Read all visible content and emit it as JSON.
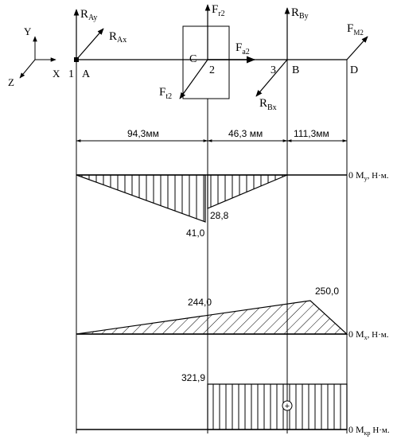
{
  "axes": {
    "y": "Y",
    "x": "X",
    "z": "Z"
  },
  "forces": {
    "ray": {
      "main": "R",
      "sub": "Ay"
    },
    "rax": {
      "main": "R",
      "sub": "Ax"
    },
    "fr2": {
      "main": "F",
      "sub": "r2"
    },
    "fa2": {
      "main": "F",
      "sub": "a2"
    },
    "ft2": {
      "main": "F",
      "sub": "t2"
    },
    "rby": {
      "main": "R",
      "sub": "By"
    },
    "rbx": {
      "main": "R",
      "sub": "Bx"
    },
    "fm2": {
      "main": "F",
      "sub": "M2"
    }
  },
  "points": {
    "n1": "1",
    "a": "A",
    "c": "C",
    "n2": "2",
    "n3": "3",
    "b": "B",
    "d": "D"
  },
  "dimensions": {
    "d1": "94,3мм",
    "d2": "46,3 мм",
    "d3": "111,3мм"
  },
  "diagrams": {
    "my": {
      "zero": "0",
      "label_main": "M",
      "label_sub": "y",
      "label_unit": ", Н·м.",
      "values": [
        "41,0",
        "28,8"
      ]
    },
    "mx": {
      "zero": "0",
      "label_main": "M",
      "label_sub": "x",
      "label_unit": ", Н·м.",
      "values": [
        "244,0",
        "250,0"
      ]
    },
    "mkr": {
      "zero": "0",
      "label_main": "M",
      "label_sub": "кр",
      "label_unit": " Н·м.",
      "value": "321,9",
      "sign": "+"
    }
  }
}
